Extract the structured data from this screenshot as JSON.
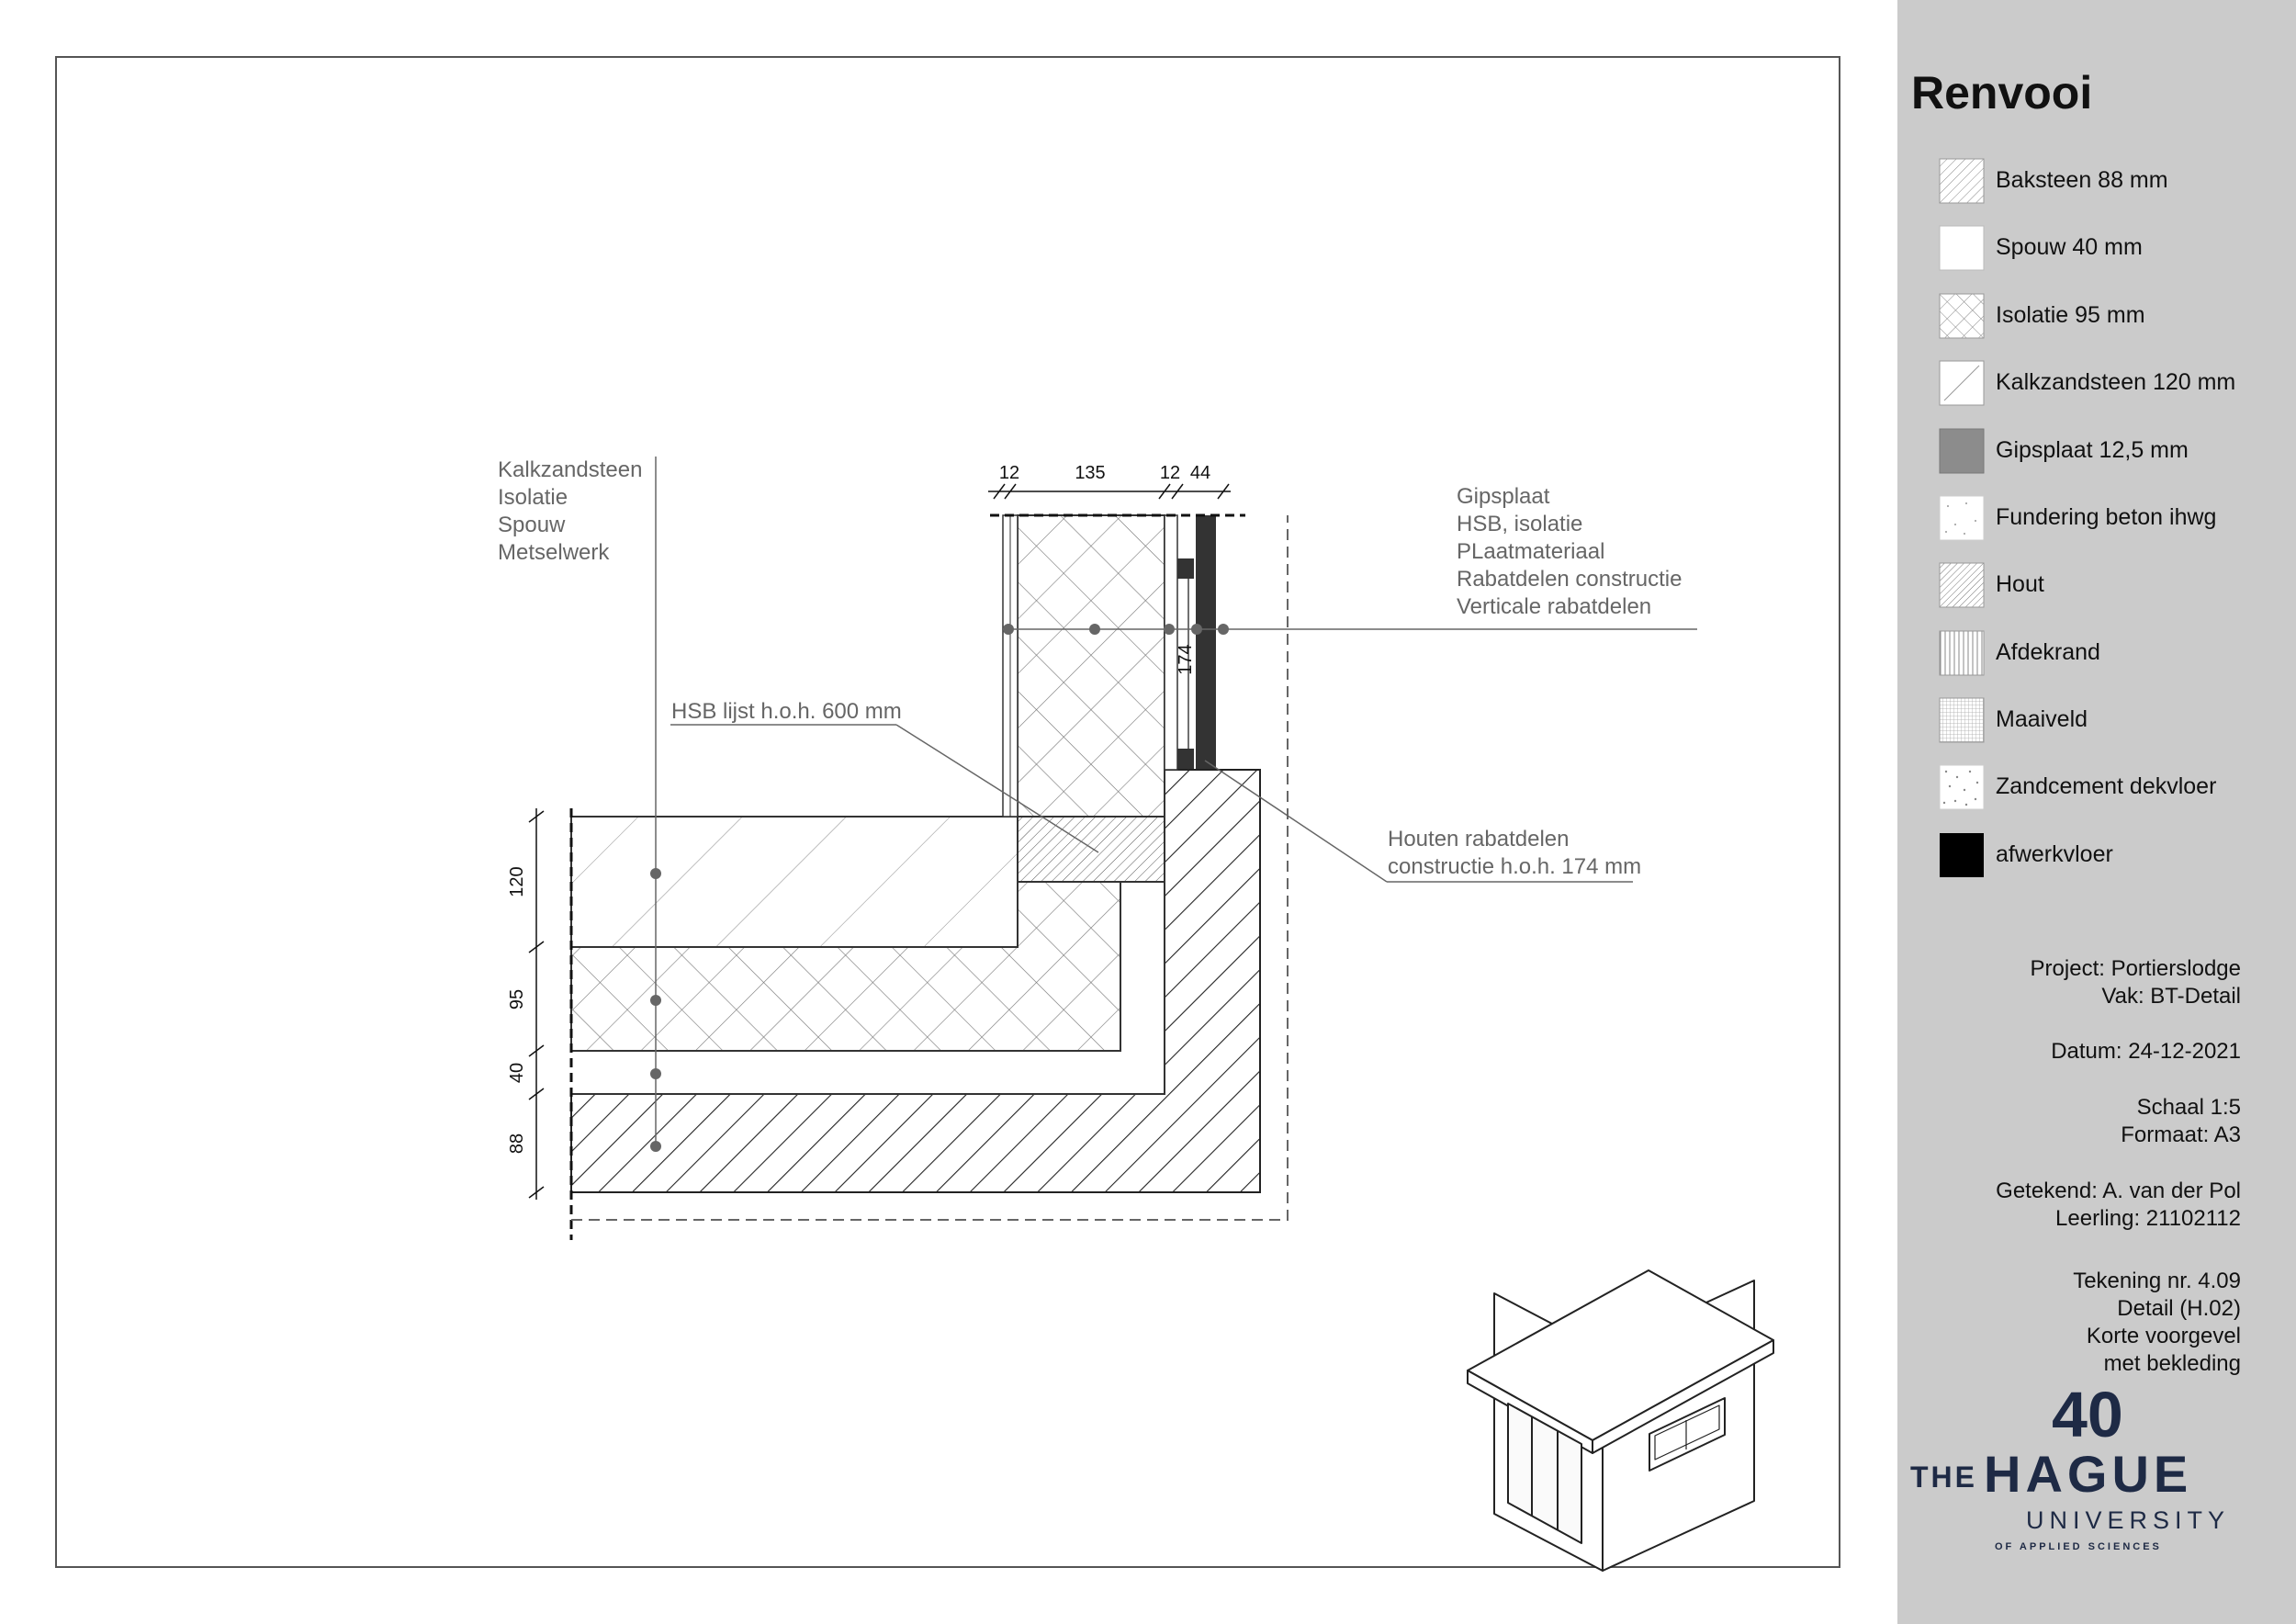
{
  "legend": {
    "title": "Renvooi",
    "items": [
      {
        "label": "Baksteen 88 mm",
        "pattern": "diag-dense"
      },
      {
        "label": "Spouw 40 mm",
        "pattern": "empty"
      },
      {
        "label": "Isolatie 95 mm",
        "pattern": "cross"
      },
      {
        "label": "Kalkzandsteen 120 mm",
        "pattern": "diag-sparse"
      },
      {
        "label": "Gipsplaat 12,5 mm",
        "pattern": "gray"
      },
      {
        "label": "Fundering beton ihwg",
        "pattern": "dots"
      },
      {
        "label": "Hout",
        "pattern": "diag-fine"
      },
      {
        "label": "Afdekrand",
        "pattern": "vertical"
      },
      {
        "label": "Maaiveld",
        "pattern": "grid"
      },
      {
        "label": "Zandcement dekvloer",
        "pattern": "dots-dense"
      },
      {
        "label": "afwerkvloer",
        "pattern": "black"
      }
    ]
  },
  "info": {
    "project": "Project: Portierslodge",
    "vak": "Vak: BT-Detail",
    "datum": "Datum: 24-12-2021",
    "schaal": "Schaal 1:5",
    "formaat": "Formaat: A3",
    "getekend": "Getekend: A. van der Pol",
    "leerling": "Leerling: 21102112",
    "tekening": "Tekening nr. 4.09",
    "detail": "Detail (H.02)",
    "omschrijving_1": "Korte voorgevel",
    "omschrijving_2": "met bekleding"
  },
  "logo": {
    "number": "40",
    "the": "THE",
    "name": "HAGUE",
    "university": "UNIVERSITY",
    "sub": "OF APPLIED SCIENCES"
  },
  "drawing": {
    "labels_left": [
      "Kalkzandsteen",
      "Isolatie",
      "Spouw",
      "Metselwerk"
    ],
    "labels_right": [
      "Gipsplaat",
      "HSB, isolatie",
      "PLaatmateriaal",
      "Rabatdelen constructie",
      "Verticale rabatdelen"
    ],
    "label_hsb": "HSB lijst h.o.h. 600 mm",
    "label_houten": [
      "Houten rabatdelen",
      "constructie h.o.h. 174 mm"
    ],
    "dims_top": [
      "12",
      "135",
      "12",
      "44"
    ],
    "dims_left": [
      "120",
      "95",
      "40",
      "88"
    ],
    "dim_vertical": "174"
  },
  "colors": {
    "sidebar": "#cbcbcb",
    "logo": "#1e2a45",
    "annotation": "#666666"
  }
}
